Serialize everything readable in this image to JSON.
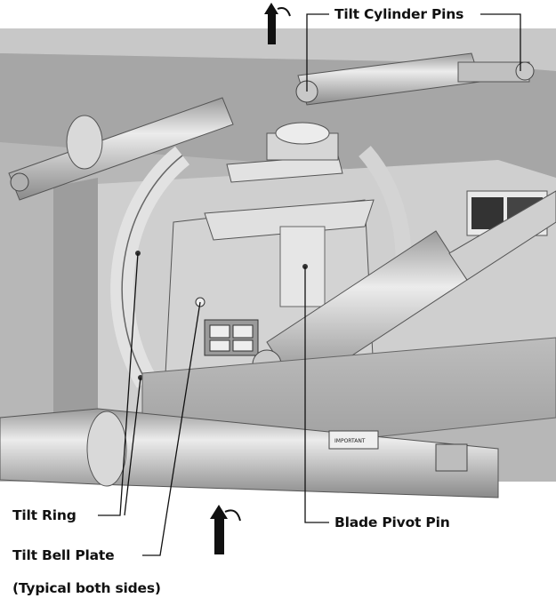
{
  "labels": {
    "tilt_cylinder_pins": "Tilt Cylinder Pins",
    "blade_pivot_pin": "Blade Pivot Pin",
    "tilt_ring": "Tilt Ring",
    "tilt_bell_plate": "Tilt Bell Plate",
    "typical_note": "(Typical both sides)"
  },
  "decal_text": "IMPORTANT",
  "colors": {
    "background": "#ffffff",
    "metal_light": "#d7d7d7",
    "metal_mid": "#a9a9a9",
    "metal_dark": "#6e6e6e",
    "leader_line": "#111111"
  },
  "icons": [
    "up-arrow-icon",
    "up-arrow-icon"
  ]
}
